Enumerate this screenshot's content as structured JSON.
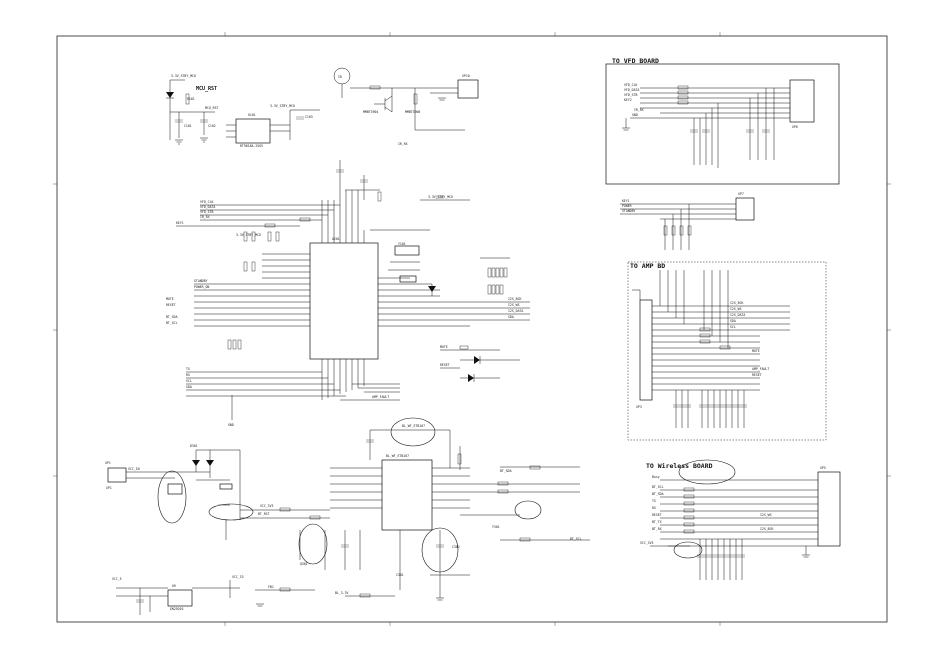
{
  "sections": {
    "vfd_board": "TO VFD BOARD",
    "amp_bd": "TO AMP BD",
    "wireless_board": "TO Wireless BOARD",
    "mcu_rst": "MCU_RST"
  },
  "labels": {
    "u201": "U201",
    "u202": "U202",
    "u101": "U101",
    "u9": "U9",
    "vfd_connector": "XP6",
    "amp_connector": "XP3",
    "wireless_connector": "XP5",
    "power_connector": "XP1",
    "vcc_label": "3.3V_STBY_MCU",
    "gnd_label": "GND",
    "crystal": "Y101",
    "wifi_chip": "BL_WF_ETB167",
    "flash": "EN25Q16"
  },
  "nets": [
    "SDA",
    "SCL",
    "IR_RX",
    "VFD_CLK",
    "VFD_DATA",
    "VFD_STB",
    "MUTE",
    "RESET",
    "I2S_BCK",
    "I2S_WS",
    "I2S_DATA",
    "KEY1",
    "KEY2",
    "TX",
    "RX",
    "POWER_ON",
    "AMP_FAULT",
    "BT_SDA",
    "BT_SCL",
    "STANDBY"
  ],
  "colors": {
    "ink": "#111111",
    "paper": "#ffffff"
  }
}
